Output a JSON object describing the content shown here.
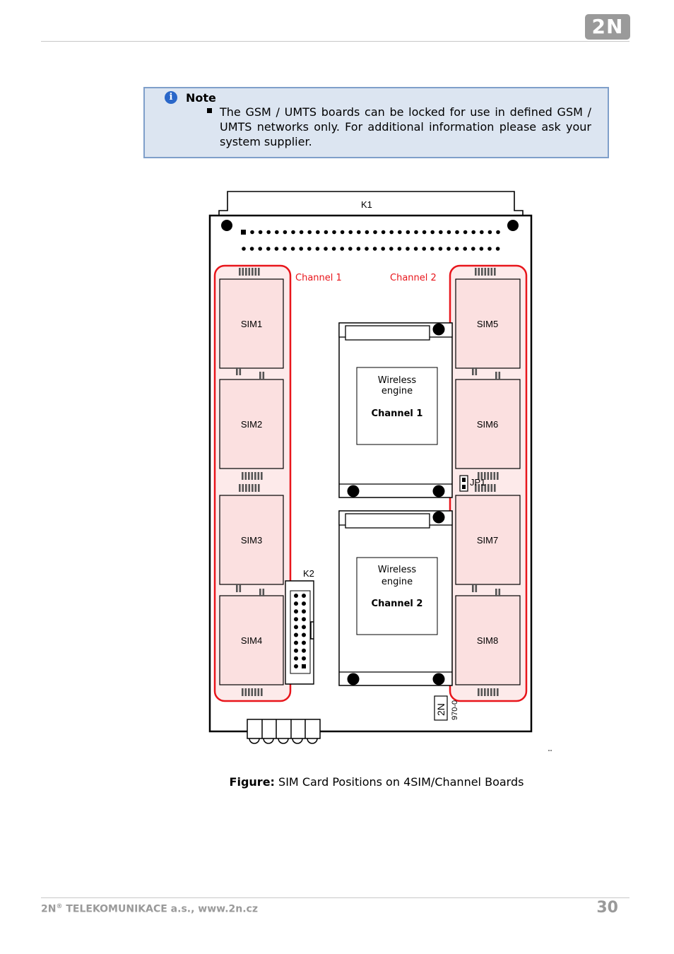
{
  "header": {
    "logo_text": "2N"
  },
  "note": {
    "icon": "info-icon",
    "title": "Note",
    "text": "The GSM / UMTS boards can be locked for use in defined GSM / UMTS networks only. For additional information please ask your system supplier."
  },
  "diagram": {
    "connector_top": "K1",
    "connector_side": "K2",
    "jumper": "JP1",
    "group_labels": [
      "Channel 1",
      "Channel 2"
    ],
    "sims": [
      "SIM1",
      "SIM2",
      "SIM3",
      "SIM4",
      "SIM5",
      "SIM6",
      "SIM7",
      "SIM8"
    ],
    "engines": [
      {
        "line1": "Wireless",
        "line2": "engine",
        "line3": "Channel 1"
      },
      {
        "line1": "Wireless",
        "line2": "engine",
        "line3": "Channel 2"
      }
    ],
    "board_mark": "2N",
    "board_code": "970-0",
    "highlight_color": "#e8151b",
    "sim_fill": "#fbe0e0"
  },
  "figure": {
    "label": "Figure:",
    "caption": "SIM Card Positions on 4SIM/Channel Boards"
  },
  "footer": {
    "company_prefix": "2N",
    "registered": "®",
    "company_rest": " TELEKOMUNIKACE a.s., www.2n.cz",
    "page_number": "30"
  }
}
